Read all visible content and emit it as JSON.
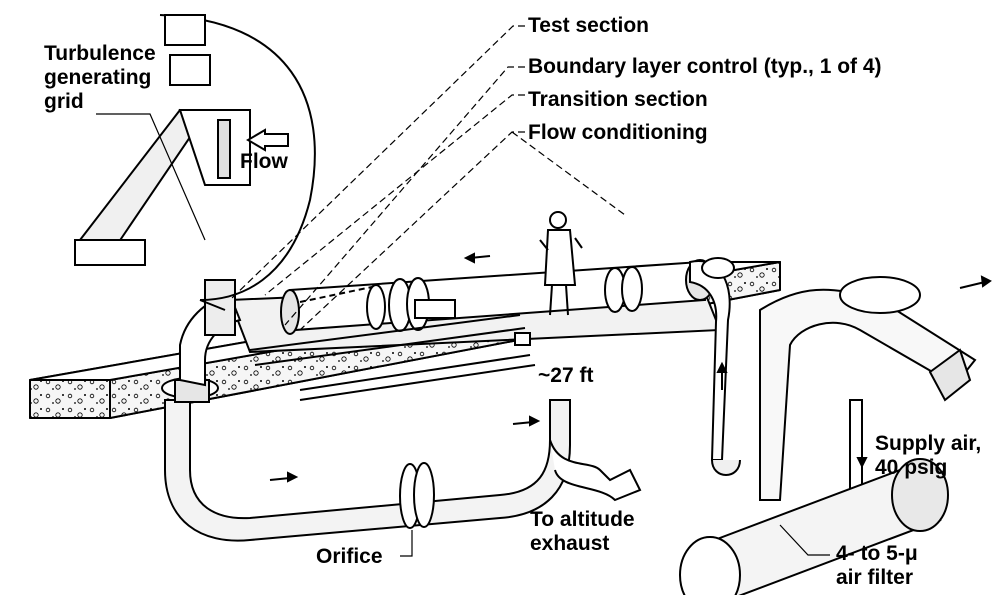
{
  "labels": {
    "turbulence_grid": [
      "Turbulence",
      "generating",
      "grid"
    ],
    "flow": "Flow",
    "test_section": "Test section",
    "boundary_layer_control": "Boundary layer control (typ., 1 of 4)",
    "transition_section": "Transition section",
    "flow_conditioning": "Flow conditioning",
    "length": "~27 ft",
    "supply_air": [
      "Supply air,",
      "40 psig"
    ],
    "to_altitude_exhaust": [
      "To altitude",
      "exhaust"
    ],
    "orifice": "Orifice",
    "air_filter": [
      "4- to 5-μ",
      "air filter"
    ]
  },
  "colors": {
    "ink": "#000000",
    "paper": "#ffffff",
    "pipe_shade": "#e6e6e6",
    "floor_fill": "#f4f4f4"
  }
}
